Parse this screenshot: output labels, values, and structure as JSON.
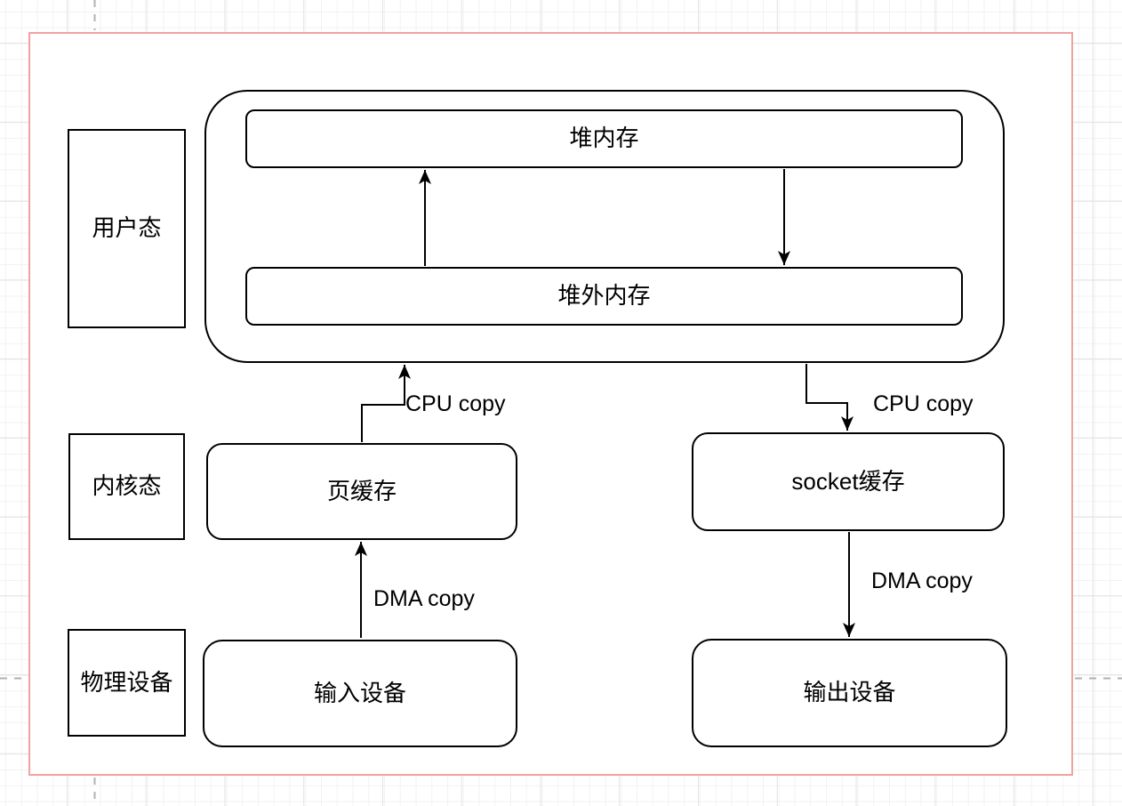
{
  "colors": {
    "page-border": "#f1a2a0",
    "shape-stroke": "#000000",
    "shape-fill": "#ffffff",
    "background": "#ffffff",
    "grid-minor": "#f2f2f2",
    "grid-major": "#e2e2e2",
    "guide": "#b0b0b0"
  },
  "lanes": {
    "user_mode": "用户态",
    "kernel_mode": "内核态",
    "physical_device": "物理设备"
  },
  "nodes": {
    "heap_memory": "堆内存",
    "off_heap_memory": "堆外内存",
    "page_cache": "页缓存",
    "socket_buffer": "socket缓存",
    "input_device": "输入设备",
    "output_device": "输出设备"
  },
  "edge_labels": {
    "cpu_copy_left": "CPU copy",
    "cpu_copy_right": "CPU copy",
    "dma_copy_left": "DMA copy",
    "dma_copy_right": "DMA copy"
  }
}
